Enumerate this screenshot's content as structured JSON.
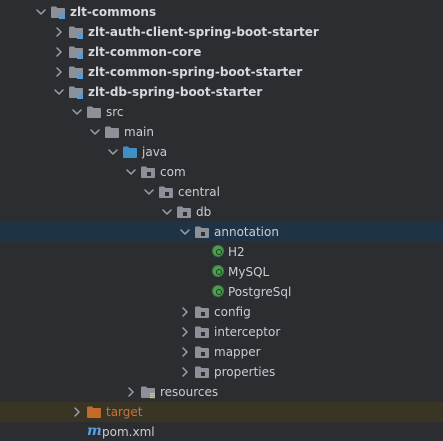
{
  "tree": [
    {
      "label": "zlt-commons",
      "icon": "module-folder-icon",
      "expanded": true,
      "bold": true
    },
    {
      "label": "zlt-auth-client-spring-boot-starter",
      "icon": "module-folder-icon",
      "expanded": false,
      "bold": true
    },
    {
      "label": "zlt-common-core",
      "icon": "module-folder-icon",
      "expanded": false,
      "bold": true
    },
    {
      "label": "zlt-common-spring-boot-starter",
      "icon": "module-folder-icon",
      "expanded": false,
      "bold": true
    },
    {
      "label": "zlt-db-spring-boot-starter",
      "icon": "module-folder-icon",
      "expanded": true,
      "bold": true
    },
    {
      "label": "src",
      "icon": "folder-icon",
      "expanded": true
    },
    {
      "label": "main",
      "icon": "folder-icon",
      "expanded": true
    },
    {
      "label": "java",
      "icon": "source-root-folder-icon",
      "expanded": true
    },
    {
      "label": "com",
      "icon": "package-folder-icon",
      "expanded": true
    },
    {
      "label": "central",
      "icon": "package-folder-icon",
      "expanded": true
    },
    {
      "label": "db",
      "icon": "package-folder-icon",
      "expanded": true
    },
    {
      "label": "annotation",
      "icon": "package-folder-icon",
      "expanded": true,
      "selected": true
    },
    {
      "label": "H2",
      "icon": "annotation-class-icon"
    },
    {
      "label": "MySQL",
      "icon": "annotation-class-icon"
    },
    {
      "label": "PostgreSql",
      "icon": "annotation-class-icon"
    },
    {
      "label": "config",
      "icon": "package-folder-icon",
      "expanded": false
    },
    {
      "label": "interceptor",
      "icon": "package-folder-icon",
      "expanded": false
    },
    {
      "label": "mapper",
      "icon": "package-folder-icon",
      "expanded": false
    },
    {
      "label": "properties",
      "icon": "package-folder-icon",
      "expanded": false
    },
    {
      "label": "resources",
      "icon": "resources-folder-icon",
      "expanded": false
    },
    {
      "label": "target",
      "icon": "excluded-folder-icon",
      "expanded": false,
      "excluded": true
    },
    {
      "label": "pom.xml",
      "icon": "maven-file-icon"
    }
  ],
  "colors": {
    "background": "#2b2d30",
    "selection": "#1f3346",
    "excluded_row": "#3a3424",
    "text": "#c9ccd1",
    "excluded_text": "#c5753c",
    "folder": "#8c9199",
    "source_folder": "#3f8fc4",
    "excluded_folder": "#c26a2a",
    "class_icon": "#4f9d52",
    "maven_icon": "#5aa0e0"
  }
}
